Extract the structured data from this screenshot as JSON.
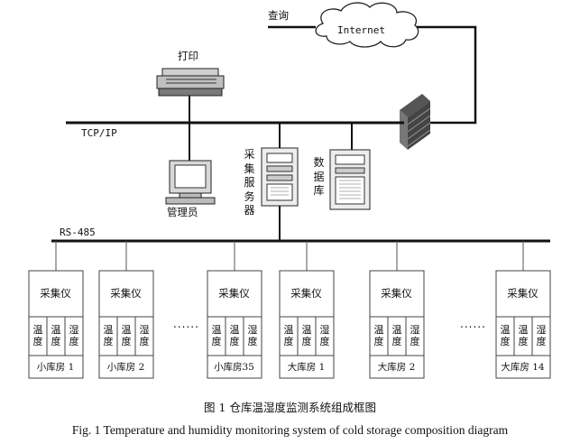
{
  "labels": {
    "internet": "Internet",
    "query": "查询",
    "printer": "打印",
    "tcpip": "TCP/IP",
    "manager": "管理员",
    "acq_server": "采集服务器",
    "database": "数据库",
    "rs485": "RS-485",
    "ellipsis": "......"
  },
  "collectors": [
    {
      "device": "采集仪",
      "cells": [
        "温度",
        "温度",
        "湿度"
      ],
      "room": "小库房 1"
    },
    {
      "device": "采集仪",
      "cells": [
        "温度",
        "温度",
        "湿度"
      ],
      "room": "小库房 2"
    },
    {
      "device": "采集仪",
      "cells": [
        "温度",
        "温度",
        "湿度"
      ],
      "room": "小库房35"
    },
    {
      "device": "采集仪",
      "cells": [
        "温度",
        "温度",
        "湿度"
      ],
      "room": "大库房 1"
    },
    {
      "device": "采集仪",
      "cells": [
        "温度",
        "温度",
        "湿度"
      ],
      "room": "大库房 2"
    },
    {
      "device": "采集仪",
      "cells": [
        "温度",
        "温度",
        "湿度"
      ],
      "room": "大库房 14"
    }
  ],
  "caption": {
    "cn": "图 1    仓库温湿度监测系统组成框图",
    "en": "Fig. 1    Temperature and humidity monitoring system of cold storage composition diagram"
  }
}
